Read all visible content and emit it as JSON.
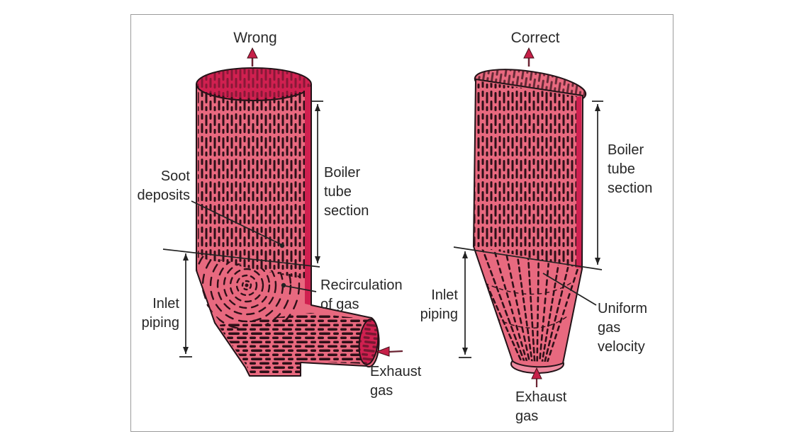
{
  "frame": {
    "background": "#ffffff",
    "border_color": "#9b9b9b"
  },
  "colors": {
    "body_pink": "#e8697f",
    "deep_crimson": "#d02050",
    "underside_pink": "#ee8ba0",
    "hatch_dark": "#2e1018",
    "annotation_line": "#222222",
    "text": "#272727",
    "flow_arrow_red": "#c62048"
  },
  "left_diagram": {
    "title": "Wrong",
    "labels": {
      "soot_deposits": "Soot\ndeposits",
      "boiler_tube_section": "Boiler\ntube\nsection",
      "recirculation_of_gas": "Recirculation\nof gas",
      "inlet_piping": "Inlet\npiping",
      "exhaust_gas": "Exhaust\ngas"
    }
  },
  "right_diagram": {
    "title": "Correct",
    "labels": {
      "boiler_tube_section": "Boiler\ntube\nsection",
      "inlet_piping": "Inlet\npiping",
      "uniform_gas_velocity": "Uniform\ngas\nvelocity",
      "exhaust_gas": "Exhaust\ngas"
    }
  }
}
